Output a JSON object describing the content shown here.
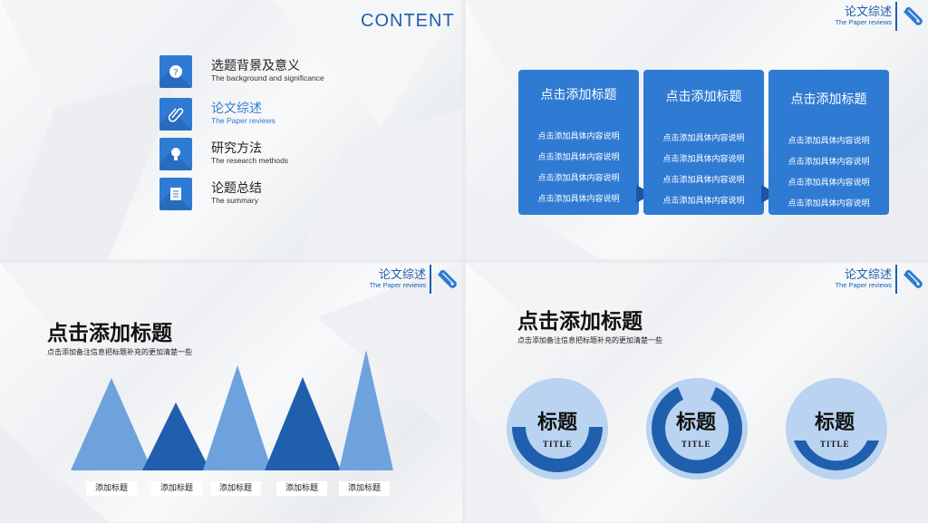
{
  "slide1": {
    "heading": "CONTENT",
    "items": [
      {
        "title": "选题背景及意义",
        "subtitle": "The background and significance",
        "icon": "question-icon",
        "active": false
      },
      {
        "title": "论文综述",
        "subtitle": "The Paper reviews",
        "icon": "paperclip-icon",
        "active": true
      },
      {
        "title": "研究方法",
        "subtitle": "The research methods",
        "icon": "lightbulb-icon",
        "active": false
      },
      {
        "title": "论题总结",
        "subtitle": "The summary",
        "icon": "document-icon",
        "active": false
      }
    ]
  },
  "section_badge": {
    "title": "论文综述",
    "subtitle": "The Paper reviews",
    "icon": "paperclip-icon"
  },
  "slide2": {
    "boxes": [
      {
        "title": "点击添加标题",
        "lines": [
          "点击添加具体内容说明",
          "点击添加具体内容说明",
          "点击添加具体内容说明",
          "点击添加具体内容说明"
        ]
      },
      {
        "title": "点击添加标题",
        "lines": [
          "点击添加具体内容说明",
          "点击添加具体内容说明",
          "点击添加具体内容说明",
          "点击添加具体内容说明"
        ]
      },
      {
        "title": "点击添加标题",
        "lines": [
          "点击添加具体内容说明",
          "点击添加具体内容说明",
          "点击添加具体内容说明",
          "点击添加具体内容说明"
        ]
      }
    ]
  },
  "slide3": {
    "title": "点击添加标题",
    "subtitle": "点击添加备注信息把标题补充的更加清楚一些",
    "labels": [
      "添加标题",
      "添加标题",
      "添加标题",
      "添加标题",
      "添加标题"
    ]
  },
  "slide4": {
    "title": "点击添加标题",
    "subtitle": "点击添加备注信息把标题补充的更加清楚一些",
    "circles": [
      {
        "title": "标题",
        "subtitle": "TITLE"
      },
      {
        "title": "标题",
        "subtitle": "TITLE"
      },
      {
        "title": "标题",
        "subtitle": "TITLE"
      }
    ]
  },
  "colors": {
    "primary": "#2f7bd3",
    "dark": "#1f5fae",
    "light": "#b9d3f0",
    "mid": "#6ea2dc"
  }
}
